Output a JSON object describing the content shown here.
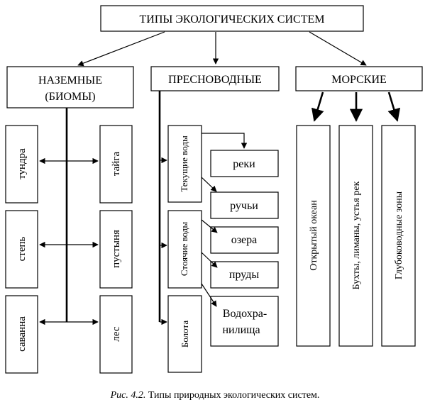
{
  "title": "ТИПЫ ЭКОЛОГИЧЕСКИХ СИСТЕМ",
  "terrestrial": {
    "title_line1": "НАЗЕМНЫЕ",
    "title_line2": "(БИОМЫ)",
    "biomes": [
      "тундра",
      "тайга",
      "степь",
      "пустыня",
      "саванна",
      "лес"
    ]
  },
  "freshwater": {
    "title": "ПРЕСНОВОДНЫЕ",
    "groups": [
      "Текущие воды",
      "Стоячие воды",
      "Болота"
    ],
    "bodies": [
      "реки",
      "ручьи",
      "озера",
      "пруды"
    ],
    "reservoir_line1": "Водохра-",
    "reservoir_line2": "нилища"
  },
  "marine": {
    "title": "МОРСКИЕ",
    "zones": [
      "Открытый океан",
      "Бухты, лиманы, устья рек",
      "Глубоководные зоны"
    ]
  },
  "caption": {
    "number": "Рис. 4.2.",
    "text": "Типы природных экологических систем."
  }
}
